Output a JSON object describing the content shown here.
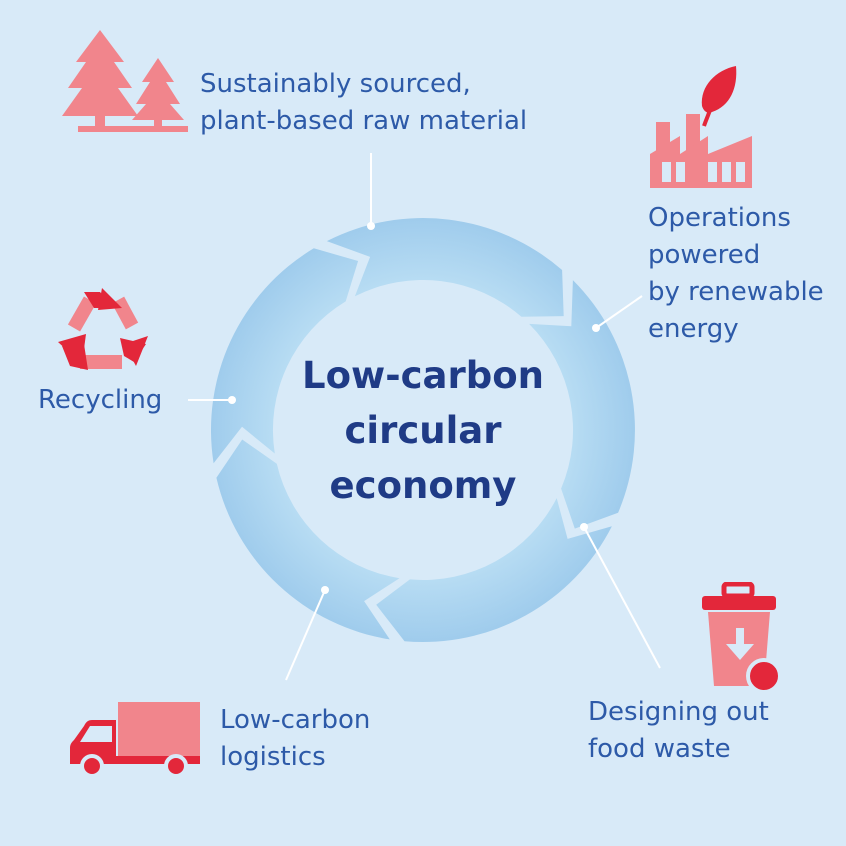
{
  "center": {
    "lines": [
      "Low-carbon",
      "circular",
      "economy"
    ]
  },
  "stages": [
    {
      "lines": [
        "Sustainably sourced,",
        "plant-based raw material"
      ],
      "icon": "tree-icon"
    },
    {
      "lines": [
        "Operations",
        "powered",
        "by renewable",
        "energy"
      ],
      "icon": "factory-leaf-icon"
    },
    {
      "lines": [
        "Designing out",
        "food waste"
      ],
      "icon": "trash-bin-icon"
    },
    {
      "lines": [
        "Low-carbon",
        "logistics"
      ],
      "icon": "truck-icon"
    },
    {
      "lines": [
        "Recycling"
      ],
      "icon": "recycle-icon"
    }
  ],
  "colors": {
    "background": "#d8eaf8",
    "ring": "#a7d0ee",
    "label_text": "#2d5aa8",
    "center_text": "#1f3b86",
    "icon_pink": "#f1858c",
    "icon_red": "#e3273a"
  }
}
